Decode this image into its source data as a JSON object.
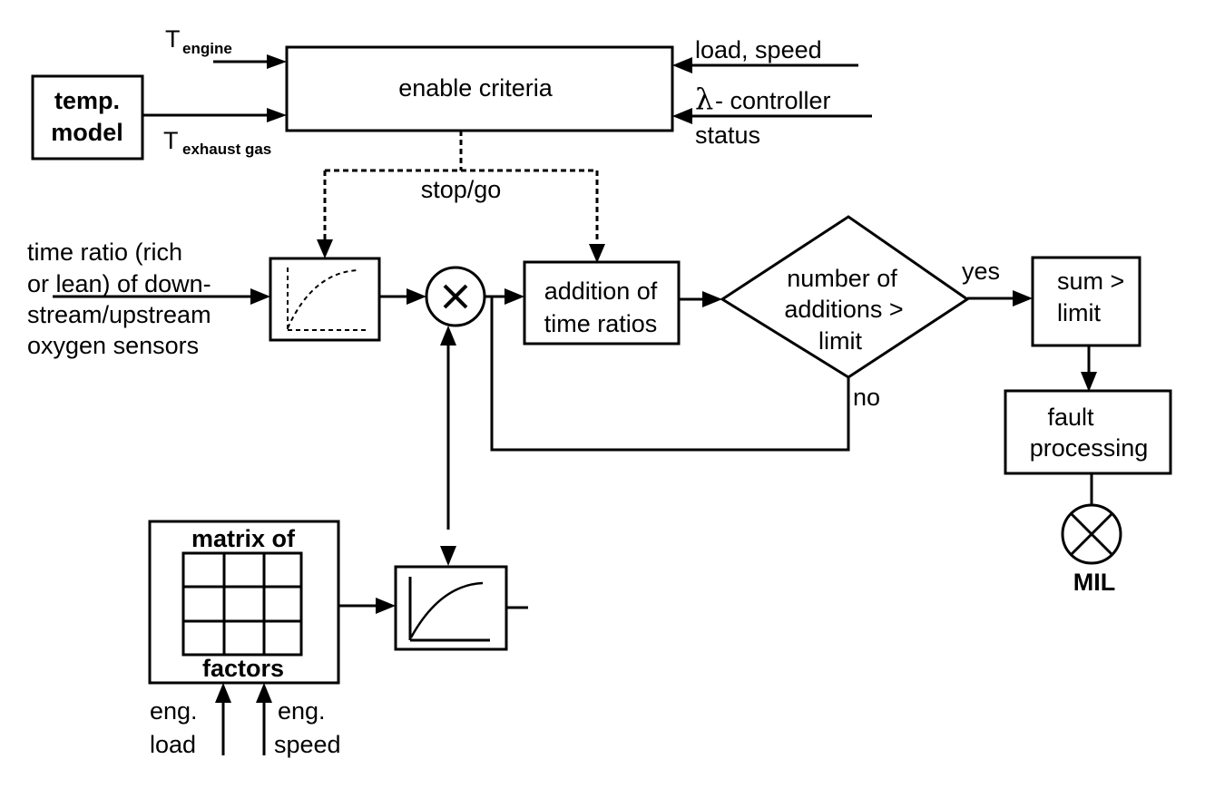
{
  "diagram": {
    "temp_model": {
      "line1": "temp.",
      "line2": "model"
    },
    "t_engine": {
      "main": "T",
      "sub": "engine"
    },
    "t_exhaust": {
      "main": "T",
      "sub": "exhaust gas"
    },
    "enable_criteria": "enable criteria",
    "load_speed": "load, speed",
    "lambda_controller": {
      "symbol": "λ",
      "line1": "- controller",
      "line2": "status"
    },
    "stop_go": "stop/go",
    "input_text": [
      "time ratio (rich",
      "or lean) of down-",
      "stream/upstream",
      "oxygen sensors"
    ],
    "multiplier_symbol": "×",
    "addition": [
      "addition of",
      "time ratios"
    ],
    "decision": [
      "number of",
      "additions >",
      "limit"
    ],
    "yes_label": "yes",
    "no_label": "no",
    "sum_limit": [
      "sum >",
      "limit"
    ],
    "fault_processing": [
      "fault",
      "processing"
    ],
    "mil_label": "MIL",
    "matrix": {
      "top": "matrix of",
      "bottom": "factors",
      "rows": 3,
      "cols": 3
    },
    "eng_load": [
      "eng.",
      "load"
    ],
    "eng_speed": [
      "eng.",
      "speed"
    ]
  }
}
